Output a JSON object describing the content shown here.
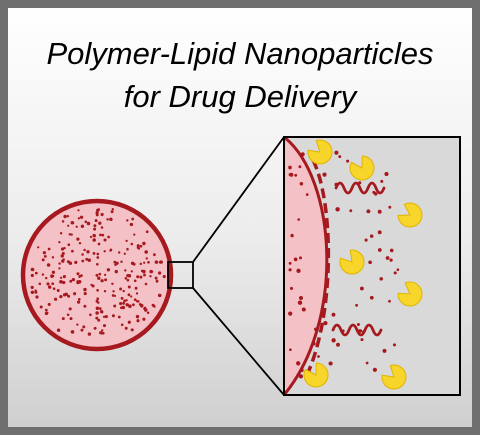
{
  "title": {
    "line1": "Polymer-Lipid Nanoparticles",
    "line2": "for Drug Delivery"
  },
  "colors": {
    "frame_border": "#6f6f6f",
    "background_top": "#ffffff",
    "background_bottom": "#cfcfcf",
    "particle_outline": "#a6191f",
    "particle_fill": "#f3c1c6",
    "dot_color": "#a6191f",
    "drug_fill": "#f7d52a",
    "drug_outline": "#e0b400",
    "line_color": "#000000"
  },
  "diagram": {
    "components": [
      "nanoparticle",
      "zoom-box",
      "zoom-panel",
      "lipid-layer",
      "polymer-chain",
      "drug-molecule"
    ]
  }
}
